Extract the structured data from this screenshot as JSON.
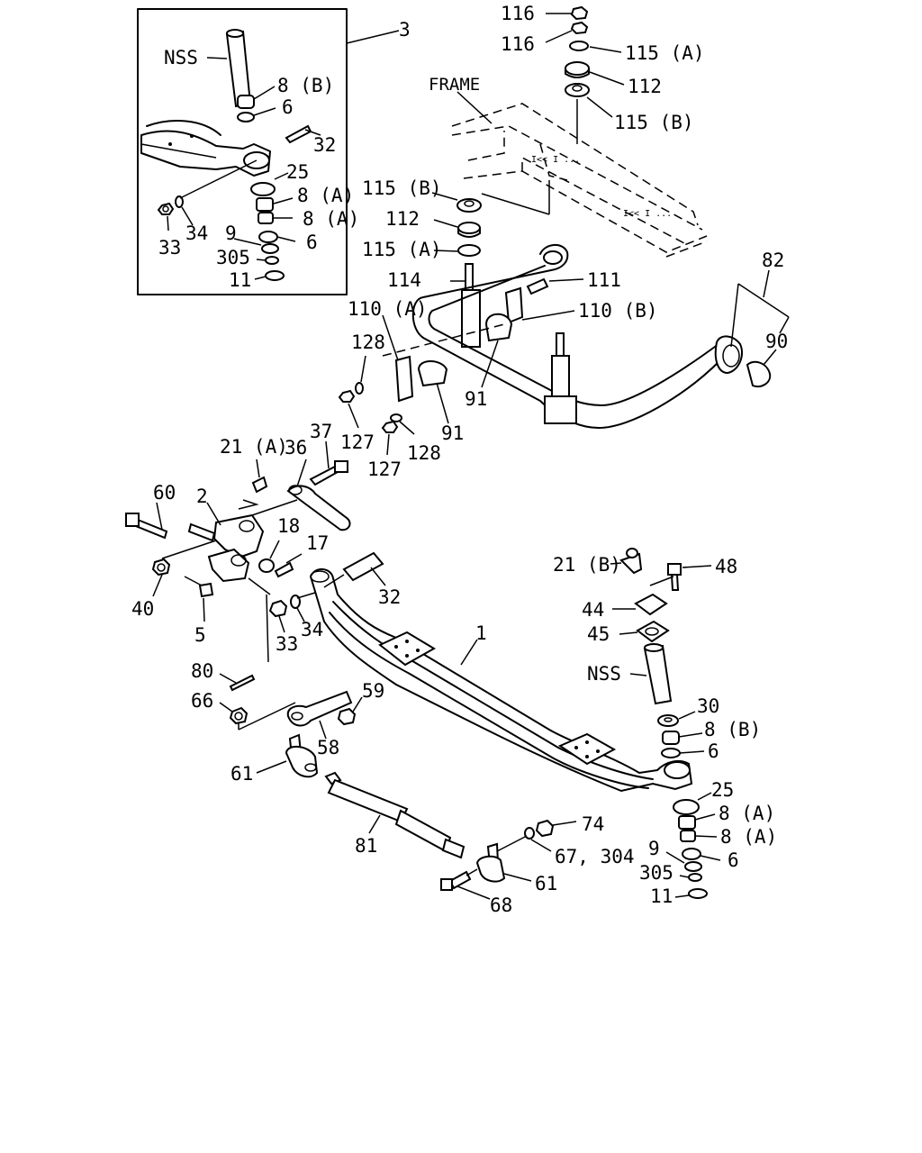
{
  "labels": {
    "l3": "3",
    "lNSS1": "NSS",
    "l8B1": "8 (B)",
    "l6a": "6",
    "l32a": "32",
    "l25a": "25",
    "l8A1": "8 (A)",
    "l8A2": "8 (A)",
    "l9a": "9",
    "l6b": "6",
    "l305a": "305",
    "l11a": "11",
    "l33a": "33",
    "l34a": "34",
    "l116a": "116",
    "l116b": "116",
    "l115A1": "115 (A)",
    "l112a": "112",
    "l115B1": "115 (B)",
    "lFRAME": "FRAME",
    "l115B2": "115 (B)",
    "l112b": "112",
    "l115A2": "115 (A)",
    "l114": "114",
    "l111": "111",
    "l110A": "110 (A)",
    "l110B": "110 (B)",
    "l82": "82",
    "l90": "90",
    "l128a": "128",
    "l91a": "91",
    "l91b": "91",
    "l127a": "127",
    "l128b": "128",
    "l127b": "127",
    "l21A": "21 (A)",
    "l36": "36",
    "l37": "37",
    "l60": "60",
    "l2": "2",
    "l18": "18",
    "l17": "17",
    "l40": "40",
    "l5": "5",
    "l32b": "32",
    "l33b": "33",
    "l34b": "34",
    "l1": "1",
    "l21B": "21 (B)",
    "l48": "48",
    "l44": "44",
    "l45": "45",
    "lNSS2": "NSS",
    "l30": "30",
    "l8B2": "8 (B)",
    "l6c": "6",
    "l25b": "25",
    "l8A3": "8 (A)",
    "l8A4": "8 (A)",
    "l9b": "9",
    "l6d": "6",
    "l305b": "305",
    "l11b": "11",
    "l80": "80",
    "l66": "66",
    "l59": "59",
    "l58": "58",
    "l61a": "61",
    "l81": "81",
    "l74": "74",
    "l67": "67, 304",
    "l61b": "61",
    "l68": "68"
  }
}
